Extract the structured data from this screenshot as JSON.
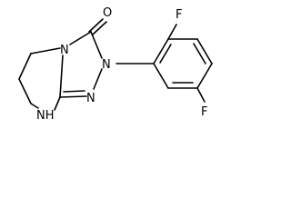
{
  "molecule": {
    "atoms": {
      "oxygen": "O",
      "n_ring_fused": "N",
      "n_aryl": "N",
      "n_triazole": "N",
      "nh": "NH",
      "f_ortho": "F",
      "f_meta": "F"
    }
  }
}
